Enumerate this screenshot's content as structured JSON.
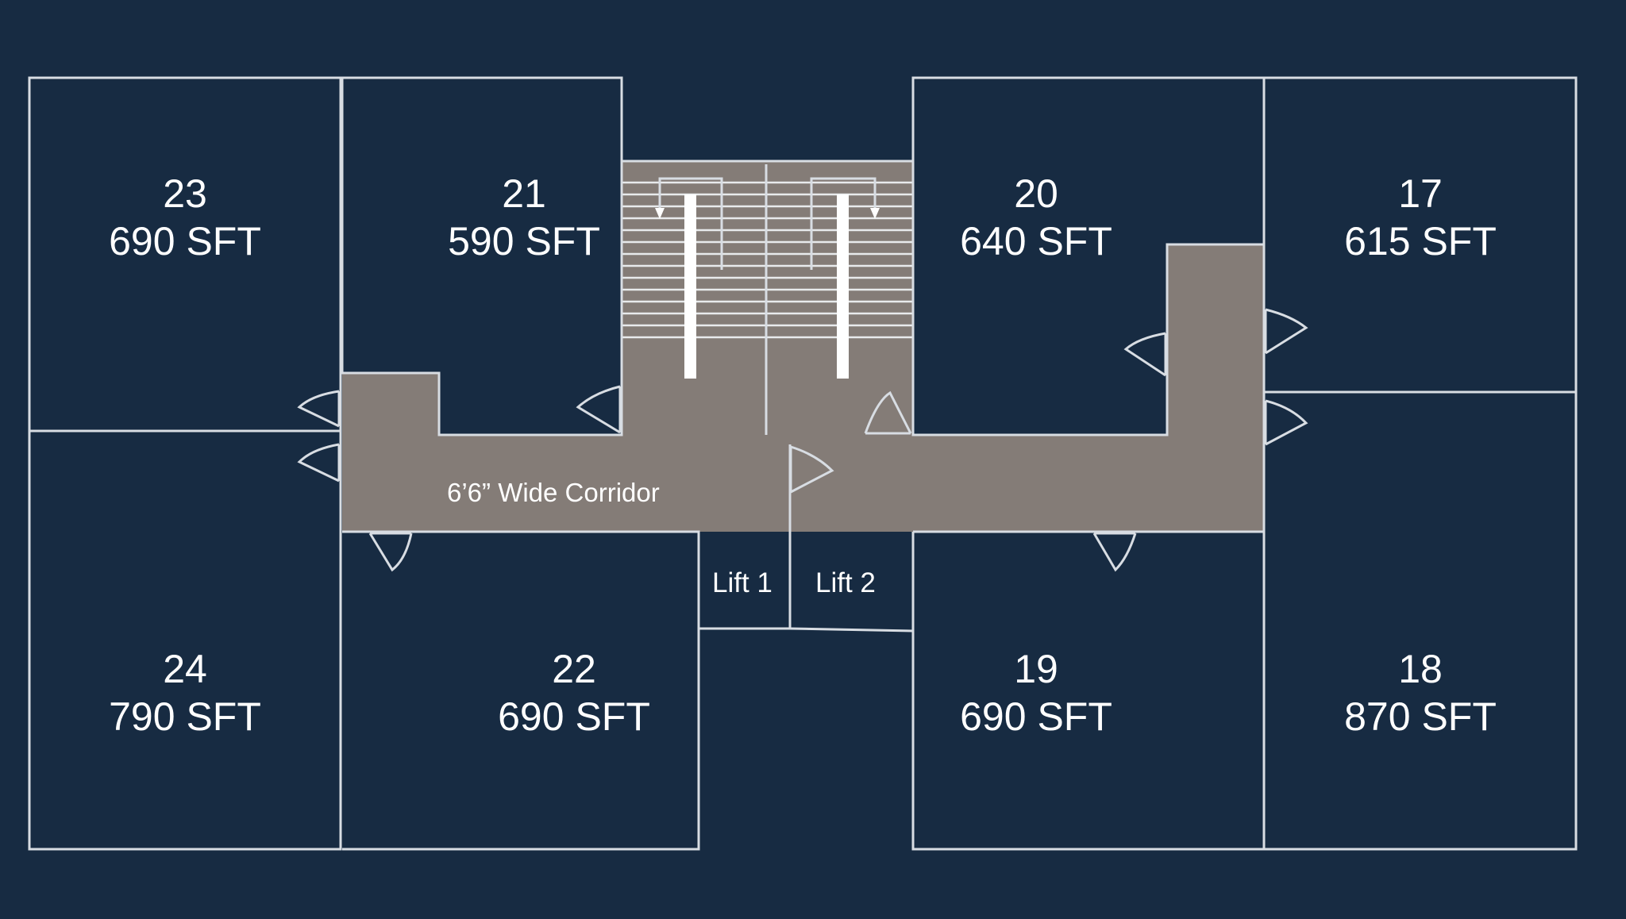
{
  "units": [
    {
      "number": "23",
      "area": "690 SFT"
    },
    {
      "number": "21",
      "area": "590 SFT"
    },
    {
      "number": "20",
      "area": "640 SFT"
    },
    {
      "number": "17",
      "area": "615 SFT"
    },
    {
      "number": "24",
      "area": "790 SFT"
    },
    {
      "number": "22",
      "area": "690 SFT"
    },
    {
      "number": "19",
      "area": "690 SFT"
    },
    {
      "number": "18",
      "area": "870 SFT"
    }
  ],
  "corridor_label": "6’6” Wide Corridor",
  "lifts": [
    "Lift 1",
    "Lift 2"
  ],
  "colors": {
    "background": "#172b42",
    "walls": "#d8dde3",
    "corridor": "#847c77",
    "text": "#ffffff"
  }
}
